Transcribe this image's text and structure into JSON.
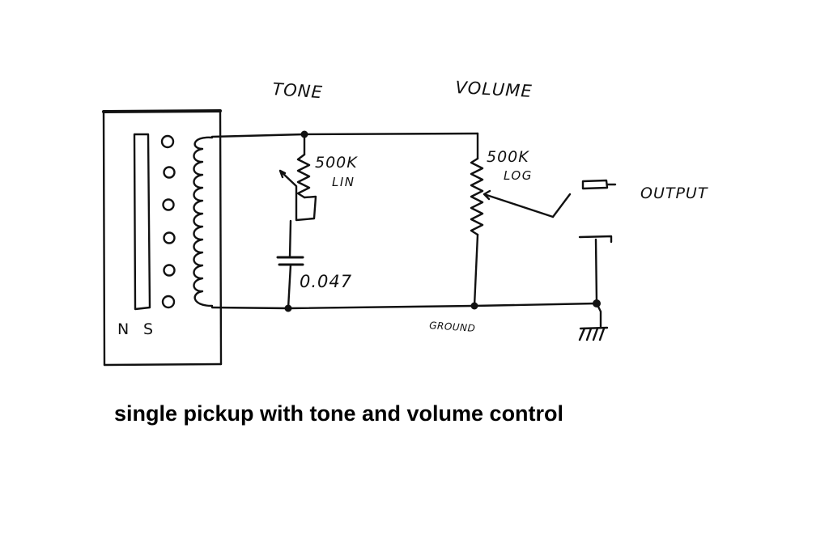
{
  "labels": {
    "tone": "TONE",
    "volume": "VOLUME",
    "tone_resistance": "500K",
    "tone_taper": "LIN",
    "volume_resistance": "500K",
    "volume_taper": "LOG",
    "capacitor": "0.047",
    "output": "OUTPUT",
    "ground": "GROUND",
    "north": "N",
    "south": "S"
  },
  "caption": "single pickup with tone and volume control",
  "colors": {
    "ink": "#111111",
    "background": "#ffffff"
  }
}
